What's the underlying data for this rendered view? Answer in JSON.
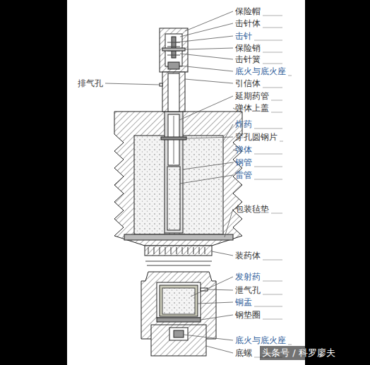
{
  "diagram": {
    "labels": [
      "保险帽",
      "击针体",
      "击针",
      "保险销",
      "击针簧",
      "底火与底火座",
      "引信体",
      "延期药管",
      "弹体上盖",
      "排气孔",
      "炸药",
      "穿孔圆钢片",
      "弹体",
      "钢管",
      "雷管",
      "包装毡垫",
      "装药体",
      "发射药",
      "泄气孔",
      "铜盂",
      "钢垫圈",
      "底火与底火座",
      "底螺",
      "头条号 / 科罗廖夫"
    ]
  }
}
